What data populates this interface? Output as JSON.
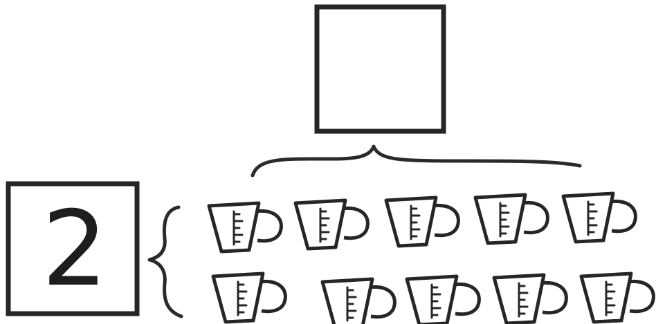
{
  "diagram": {
    "given_box": {
      "value": "2"
    },
    "unknown_box": {
      "value": ""
    },
    "groups": [
      {
        "cups": 5
      },
      {
        "cups": 5
      }
    ],
    "ink_color": "#262626",
    "icon": "measuring-cup-icon"
  }
}
